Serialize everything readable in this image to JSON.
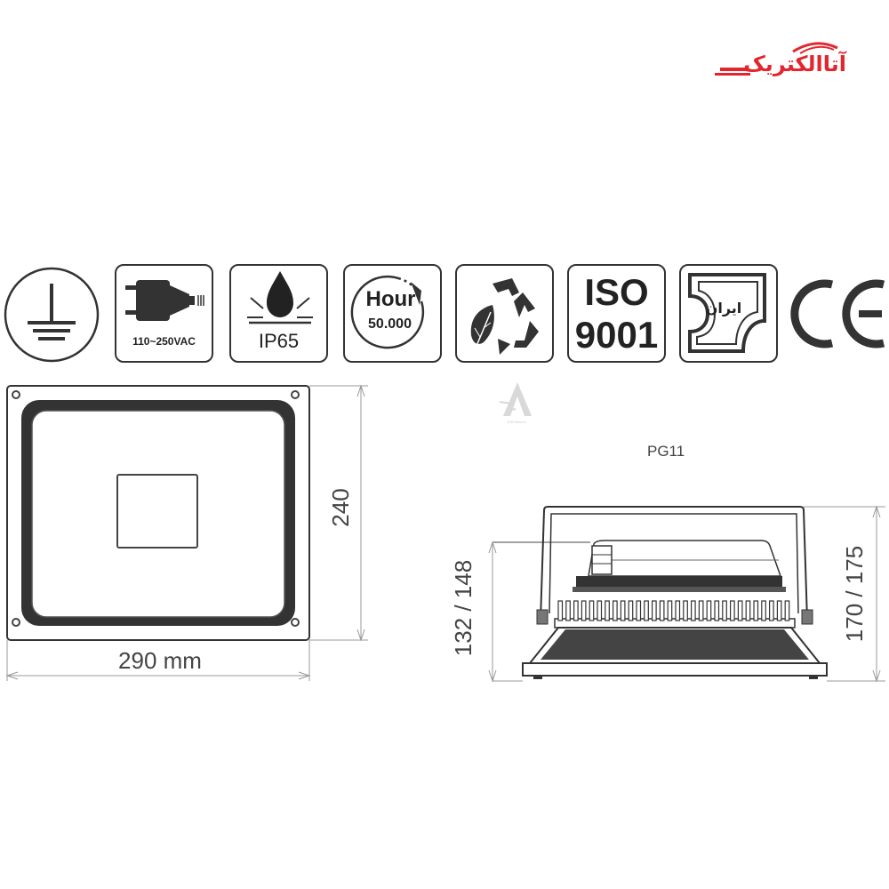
{
  "brand": {
    "logo_text": "آتاالکتریک",
    "watermark_text": "ATA Electric"
  },
  "icons": {
    "voltage_label": "110~250VAC",
    "ip_label": "IP65",
    "hour_label": "Hour",
    "hour_value": "50.000",
    "iso_line1": "ISO",
    "iso_line2": "9001",
    "standard_label": "ایران",
    "ce_label": "CE"
  },
  "drawing": {
    "front_width_label": "290 mm",
    "front_height_label": "240",
    "side_gland_label": "PG11",
    "side_height_left_label": "132 / 148",
    "side_height_right_label": "170 / 175"
  },
  "colors": {
    "brand_red": "#e3262d",
    "line": "#333333",
    "dim_line": "#888888"
  }
}
